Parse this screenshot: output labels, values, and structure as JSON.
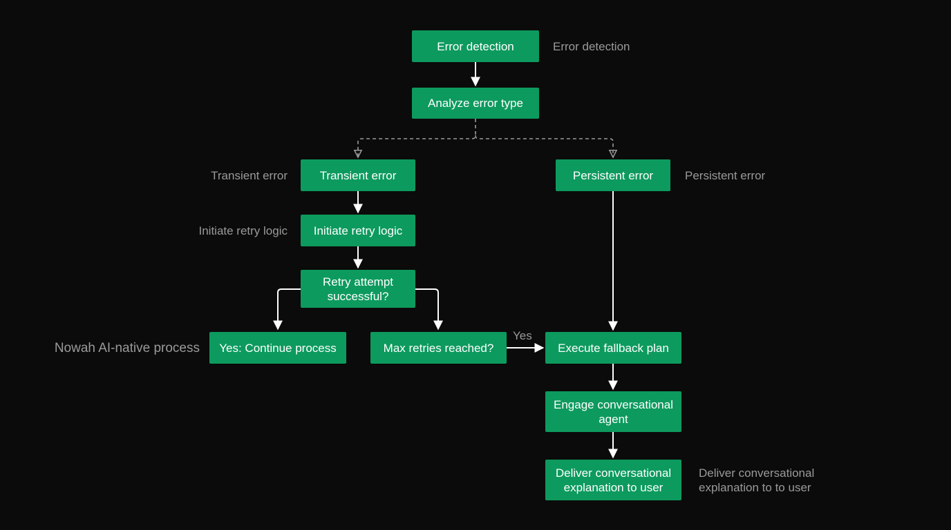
{
  "diagram": {
    "nodes": {
      "error_detection": "Error detection",
      "analyze_error_type": "Analyze error type",
      "transient_error": "Transient error",
      "persistent_error": "Persistent error",
      "initiate_retry_logic": "Initiate retry logic",
      "retry_attempt_successful": "Retry attempt\nsuccessful?",
      "continue_process": "Yes: Continue process",
      "max_retries_reached": "Max retries reached?",
      "execute_fallback_plan": "Execute fallback plan",
      "engage_conversational_agent": "Engage conversational\nagent",
      "deliver_explanation": "Deliver conversational\nexplanation to user"
    },
    "side_labels": {
      "error_detection": "Error detection",
      "transient_error": "Transient error",
      "persistent_error": "Persistent error",
      "initiate_retry_logic": "Initiate retry logic",
      "continue_process": "Nowah AI-native process",
      "deliver_explanation": "Deliver conversational\nexplanation to to user"
    },
    "edge_labels": {
      "max_to_fallback": "Yes"
    },
    "colors": {
      "background": "#0b0b0b",
      "node_fill": "#0d9a5e",
      "node_text": "#ffffff",
      "side_text": "#9a9a9a",
      "arrow": "#ffffff",
      "dashed_arrow": "#9a9a9a"
    }
  }
}
